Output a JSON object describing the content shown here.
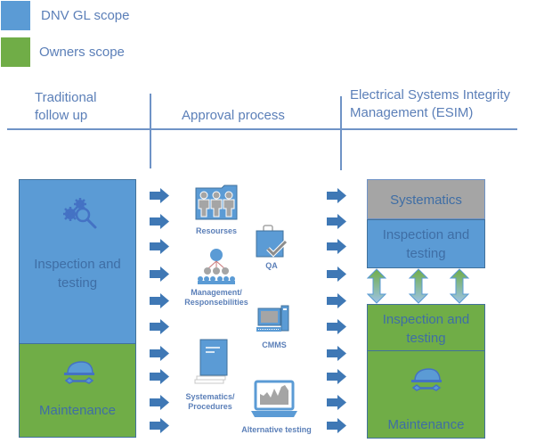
{
  "legend": [
    {
      "label": "DNV GL scope",
      "color": "#5b9bd5"
    },
    {
      "label": "Owners scope",
      "color": "#70ad47"
    }
  ],
  "columns": {
    "traditional": {
      "line1": "Traditional",
      "line2": "follow up"
    },
    "approval": {
      "label": "Approval process"
    },
    "esim": {
      "line1": "Electrical Systems Integrity",
      "line2": "Management (ESIM)"
    }
  },
  "traditional_box": {
    "inspection": {
      "line1": "Inspection and",
      "line2": "testing",
      "icon": "gears-magnifier-icon"
    },
    "maintenance": {
      "label": "Maintenance",
      "icon": "hardhat-wrench-icon"
    }
  },
  "approval_items": [
    {
      "label": "Resourses",
      "icon": "people-folder-icon"
    },
    {
      "label": "QA",
      "icon": "clipboard-check-icon"
    },
    {
      "line1": "Management/",
      "line2": "Responsebilities",
      "icon": "org-hierarchy-icon"
    },
    {
      "label": "CMMS",
      "icon": "desktop-computer-icon"
    },
    {
      "line1": "Systematics/",
      "line2": "Procedures",
      "icon": "document-stack-icon"
    },
    {
      "label": "Alternative testing",
      "icon": "laptop-chart-icon"
    }
  ],
  "esim_box": {
    "systematics": {
      "label": "Systematics"
    },
    "inspection_dnv": {
      "line1": "Inspection and",
      "line2": "testing"
    },
    "inspection_owner": {
      "line1": "Inspection and",
      "line2": "testing"
    },
    "maintenance": {
      "label": "Maintenance",
      "icon": "hardhat-wrench-icon"
    }
  },
  "colors": {
    "dnv_blue": "#5b9bd5",
    "owner_green": "#70ad47",
    "systematics_grey": "#a5a5a5",
    "arrow_blue": "#3f78b5",
    "text_blue": "#5b7fb8"
  }
}
